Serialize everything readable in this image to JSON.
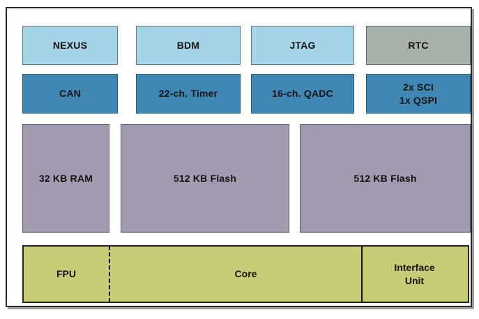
{
  "colors": {
    "light_blue": "#A5D4E7",
    "steel_blue": "#4187B4",
    "gray_green": "#A9B2A9",
    "mauve": "#A29AAE",
    "olive_green": "#C9CC77",
    "frame_border": "#2A2A2A",
    "frame_shadow": "#9E9E9E",
    "text": "#141414"
  },
  "blocks": {
    "debug_row": [
      {
        "label": "NEXUS"
      },
      {
        "label": "BDM"
      },
      {
        "label": "JTAG"
      },
      {
        "label": "RTC"
      }
    ],
    "peripheral_row": [
      {
        "label": "CAN"
      },
      {
        "label": "22-ch. Timer"
      },
      {
        "label": "16-ch. QADC"
      },
      {
        "lines": [
          "2x SCI",
          "1x QSPI"
        ]
      }
    ],
    "memory_row": [
      {
        "label": "32 KB RAM"
      },
      {
        "label": "512 KB Flash"
      },
      {
        "label": "512 KB Flash"
      }
    ],
    "core_row": {
      "fpu": "FPU",
      "core": "Core",
      "interface_unit": [
        "Interface",
        "Unit"
      ]
    }
  }
}
